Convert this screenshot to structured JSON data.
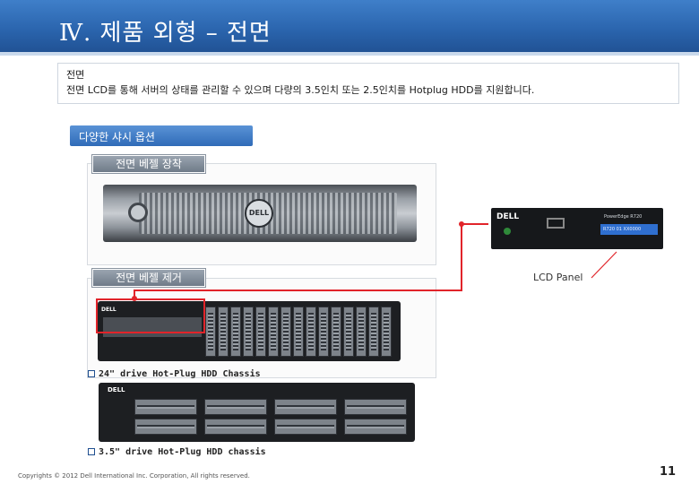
{
  "header": {
    "title": "Ⅳ. 제품 외형 – 전면"
  },
  "intro": {
    "heading": "전면",
    "text": "전면 LCD를 통해 서버의 상태를 관리할 수 있으며 다량의 3.5인치 또는 2.5인치를 Hotplug HDD를 지원합니다."
  },
  "section": {
    "pill": "다양한 샤시 옵션"
  },
  "labels": {
    "bezel_on": "전면 베젤 장착",
    "bezel_off": "전면 베젤 제거",
    "lcd": "LCD Panel"
  },
  "server_text": {
    "bezel_logo": "DELL",
    "rack_logo": "DELL",
    "lcd_logo": "DELL",
    "lcd_model": "PowerEdge R720",
    "lcd_screen": "R720 01 XX0000"
  },
  "captions": {
    "c1": "24\" drive Hot-Plug HDD Chassis",
    "c2": "3.5\" drive Hot-Plug HDD chassis"
  },
  "footer": {
    "copyright": "Copyrights © 2012 Dell International Inc. Corporation, All rights reserved.",
    "page": "11"
  },
  "colors": {
    "header_blue": "#2a64ad",
    "highlight_red": "#e1242a",
    "connector_red": "#e1242a"
  }
}
